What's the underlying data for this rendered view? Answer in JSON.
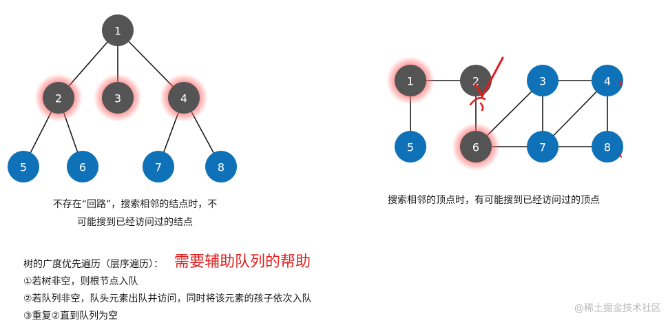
{
  "colors": {
    "dark_node": "#545454",
    "blue_node": "#0f72b8",
    "halo": "#ff6b6b",
    "mark": "#e21b1b",
    "edge": "#1a1a1a"
  },
  "tree": {
    "caption_line1": "不存在“回路”，搜索相邻的结点时，不",
    "caption_line2": "可能搜到已经访问过的结点",
    "nodes": [
      {
        "id": "t1",
        "label": "1",
        "color": "dark",
        "halo": false
      },
      {
        "id": "t2",
        "label": "2",
        "color": "dark",
        "halo": true
      },
      {
        "id": "t3",
        "label": "3",
        "color": "dark",
        "halo": true
      },
      {
        "id": "t4",
        "label": "4",
        "color": "dark",
        "halo": true
      },
      {
        "id": "t5",
        "label": "5",
        "color": "blue",
        "halo": false
      },
      {
        "id": "t6",
        "label": "6",
        "color": "blue",
        "halo": false
      },
      {
        "id": "t7",
        "label": "7",
        "color": "blue",
        "halo": false
      },
      {
        "id": "t8",
        "label": "8",
        "color": "blue",
        "halo": false
      }
    ],
    "edges": [
      [
        "t1",
        "t2"
      ],
      [
        "t1",
        "t3"
      ],
      [
        "t1",
        "t4"
      ],
      [
        "t2",
        "t5"
      ],
      [
        "t2",
        "t6"
      ],
      [
        "t4",
        "t7"
      ],
      [
        "t4",
        "t8"
      ]
    ]
  },
  "graph": {
    "caption": "搜索相邻的顶点时，有可能搜到已经访问过的顶点",
    "nodes": [
      {
        "id": "g1",
        "label": "1",
        "color": "dark",
        "halo": true
      },
      {
        "id": "g2",
        "label": "2",
        "color": "dark",
        "halo": false
      },
      {
        "id": "g3",
        "label": "3",
        "color": "blue",
        "halo": false
      },
      {
        "id": "g4",
        "label": "4",
        "color": "blue",
        "halo": false
      },
      {
        "id": "g5",
        "label": "5",
        "color": "blue",
        "halo": false
      },
      {
        "id": "g6",
        "label": "6",
        "color": "dark",
        "halo": true
      },
      {
        "id": "g7",
        "label": "7",
        "color": "blue",
        "halo": false
      },
      {
        "id": "g8",
        "label": "8",
        "color": "blue",
        "halo": false
      }
    ],
    "edges": [
      [
        "g1",
        "g2"
      ],
      [
        "g1",
        "g5"
      ],
      [
        "g2",
        "g6"
      ],
      [
        "g3",
        "g6"
      ],
      [
        "g3",
        "g4"
      ],
      [
        "g3",
        "g7"
      ],
      [
        "g4",
        "g7"
      ],
      [
        "g4",
        "g8"
      ],
      [
        "g6",
        "g7"
      ],
      [
        "g7",
        "g8"
      ]
    ]
  },
  "notes": {
    "title": "树的广度优先遍历（层序遍历）：",
    "highlight": "需要辅助队列的帮助",
    "steps": [
      "①若树非空，则根节点入队",
      "②若队列非空，队头元素出队并访问，同时将该元素的孩子依次入队",
      "③重复②直到队列为空"
    ]
  },
  "watermark": "@稀土掘金技术社区"
}
